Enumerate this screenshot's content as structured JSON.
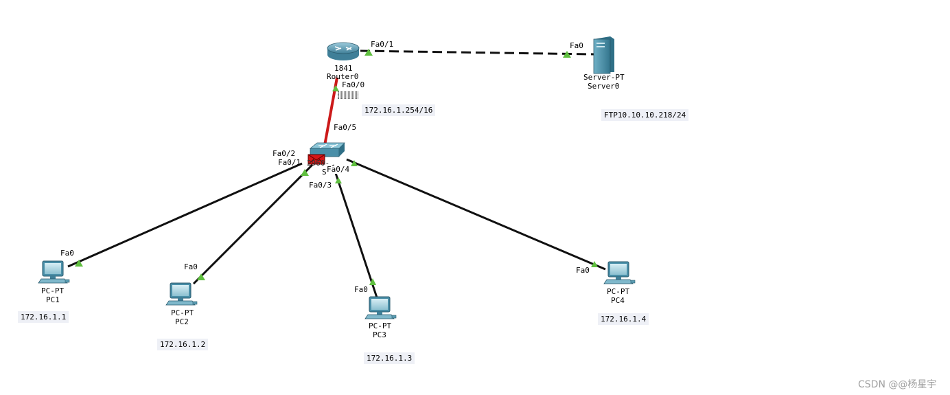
{
  "colors": {
    "cable": "#111111",
    "serial_cable": "#cc1a1a",
    "link_up": "#5fbf3f",
    "device_body": "#4a8fa8",
    "ip_bg": "#eef0f6"
  },
  "router": {
    "model": "1841",
    "name": "Router0",
    "icon": "router-icon",
    "port_lan": "Fa0/0",
    "port_wan": "Fa0/1",
    "lan_ip": "172.16.1.254/16"
  },
  "server": {
    "model": "Server-PT",
    "name": "Server0",
    "icon": "server-icon",
    "port": "Fa0",
    "ip": "FTP10.10.10.218/24"
  },
  "switch": {
    "name": "S",
    "model_partial": "2960-24TT",
    "icon": "switch-icon",
    "port_uplink": "Fa0/5",
    "port1": "Fa0/1",
    "port2": "Fa0/2",
    "port3": "Fa0/3",
    "port4": "Fa0/4"
  },
  "pcs": [
    {
      "model": "PC-PT",
      "name": "PC1",
      "port": "Fa0",
      "ip": "172.16.1.1"
    },
    {
      "model": "PC-PT",
      "name": "PC2",
      "port": "Fa0",
      "ip": "172.16.1.2"
    },
    {
      "model": "PC-PT",
      "name": "PC3",
      "port": "Fa0",
      "ip": "172.16.1.3"
    },
    {
      "model": "PC-PT",
      "name": "PC4",
      "port": "Fa0",
      "ip": "172.16.1.4"
    }
  ],
  "watermark": "CSDN @@杨星宇"
}
